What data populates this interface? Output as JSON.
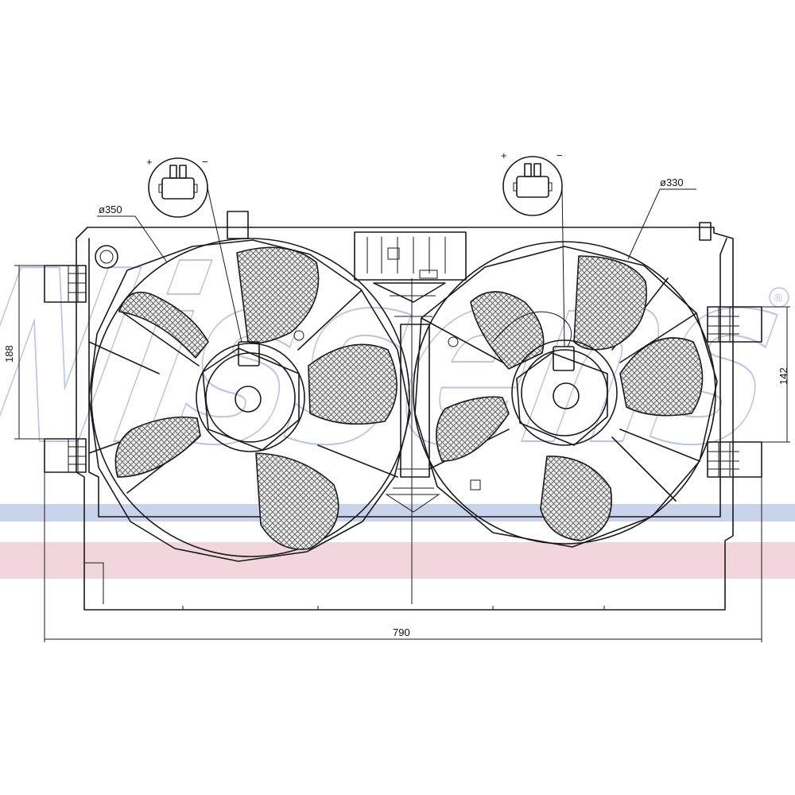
{
  "drawing": {
    "dimensions": {
      "overall_width": "790",
      "left_bracket_height": "188",
      "right_bracket_height": "142",
      "left_fan_diameter": "ø350",
      "right_fan_diameter": "ø330"
    },
    "connector_poles": {
      "plus": "+",
      "minus": "−"
    },
    "watermark": {
      "brand": "Nissens",
      "registered_mark": "®"
    },
    "colors": {
      "line": "#1a1a1a",
      "band_blue": "#c9d4ec",
      "band_pink": "#f2d6de",
      "watermark": "#b9c3e6"
    }
  }
}
